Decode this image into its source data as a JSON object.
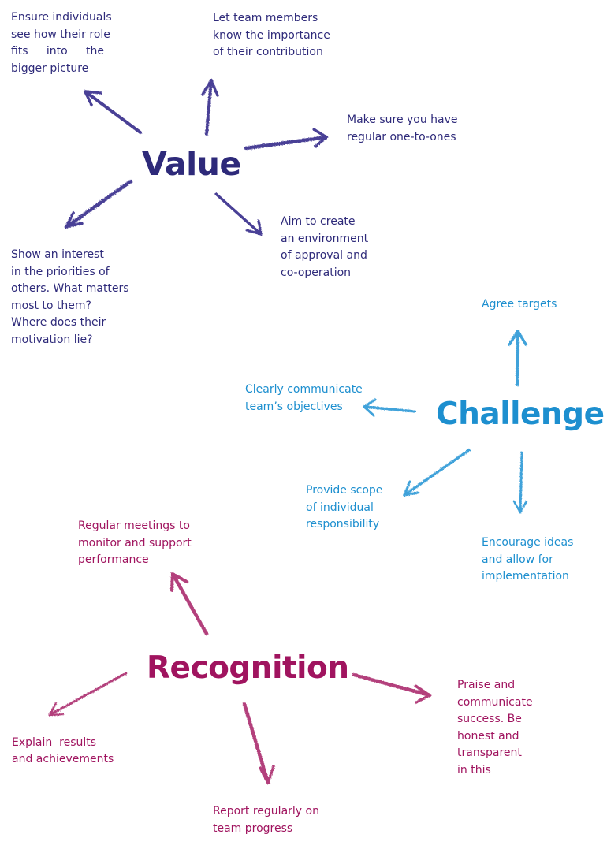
{
  "colors": {
    "value": "#2e2a7a",
    "value_arrow": "#4a3f96",
    "challenge": "#1d8fcf",
    "challenge_arrow": "#3fa2da",
    "recognition": "#a0145f",
    "recognition_arrow": "#b3407c"
  },
  "value": {
    "title": "Value",
    "notes": {
      "big_picture": [
        "Ensure individuals",
        "see how their role",
        [
          "fits",
          "into",
          "the"
        ],
        "bigger  picture"
      ],
      "contribution": [
        "Let team members",
        "know the importance",
        "of their contribution"
      ],
      "one_to_ones": [
        "Make sure you have",
        "regular one-to-ones"
      ],
      "environment": [
        "Aim to create",
        "an environment",
        "of approval and",
        "co-operation"
      ],
      "interest": [
        "Show an interest",
        "in the priorities of",
        "others. What matters",
        "most to them?",
        "Where does their",
        "motivation lie?"
      ]
    }
  },
  "challenge": {
    "title": "Challenge",
    "notes": {
      "targets": [
        "Agree targets"
      ],
      "objectives": [
        "Clearly communicate",
        "team’s objectives"
      ],
      "scope": [
        "Provide scope",
        "of individual",
        "responsibility"
      ],
      "ideas": [
        "Encourage ideas",
        "and allow for",
        "implementation"
      ]
    }
  },
  "recognition": {
    "title": "Recognition",
    "notes": {
      "meetings": [
        "Regular meetings to",
        "monitor and support",
        "performance"
      ],
      "results": [
        "Explain  results",
        "and achievements"
      ],
      "progress": [
        "Report regularly on",
        "team progress"
      ],
      "praise": [
        "Praise and",
        "communicate",
        "success. Be",
        "honest and",
        "transparent",
        "in this"
      ]
    }
  }
}
